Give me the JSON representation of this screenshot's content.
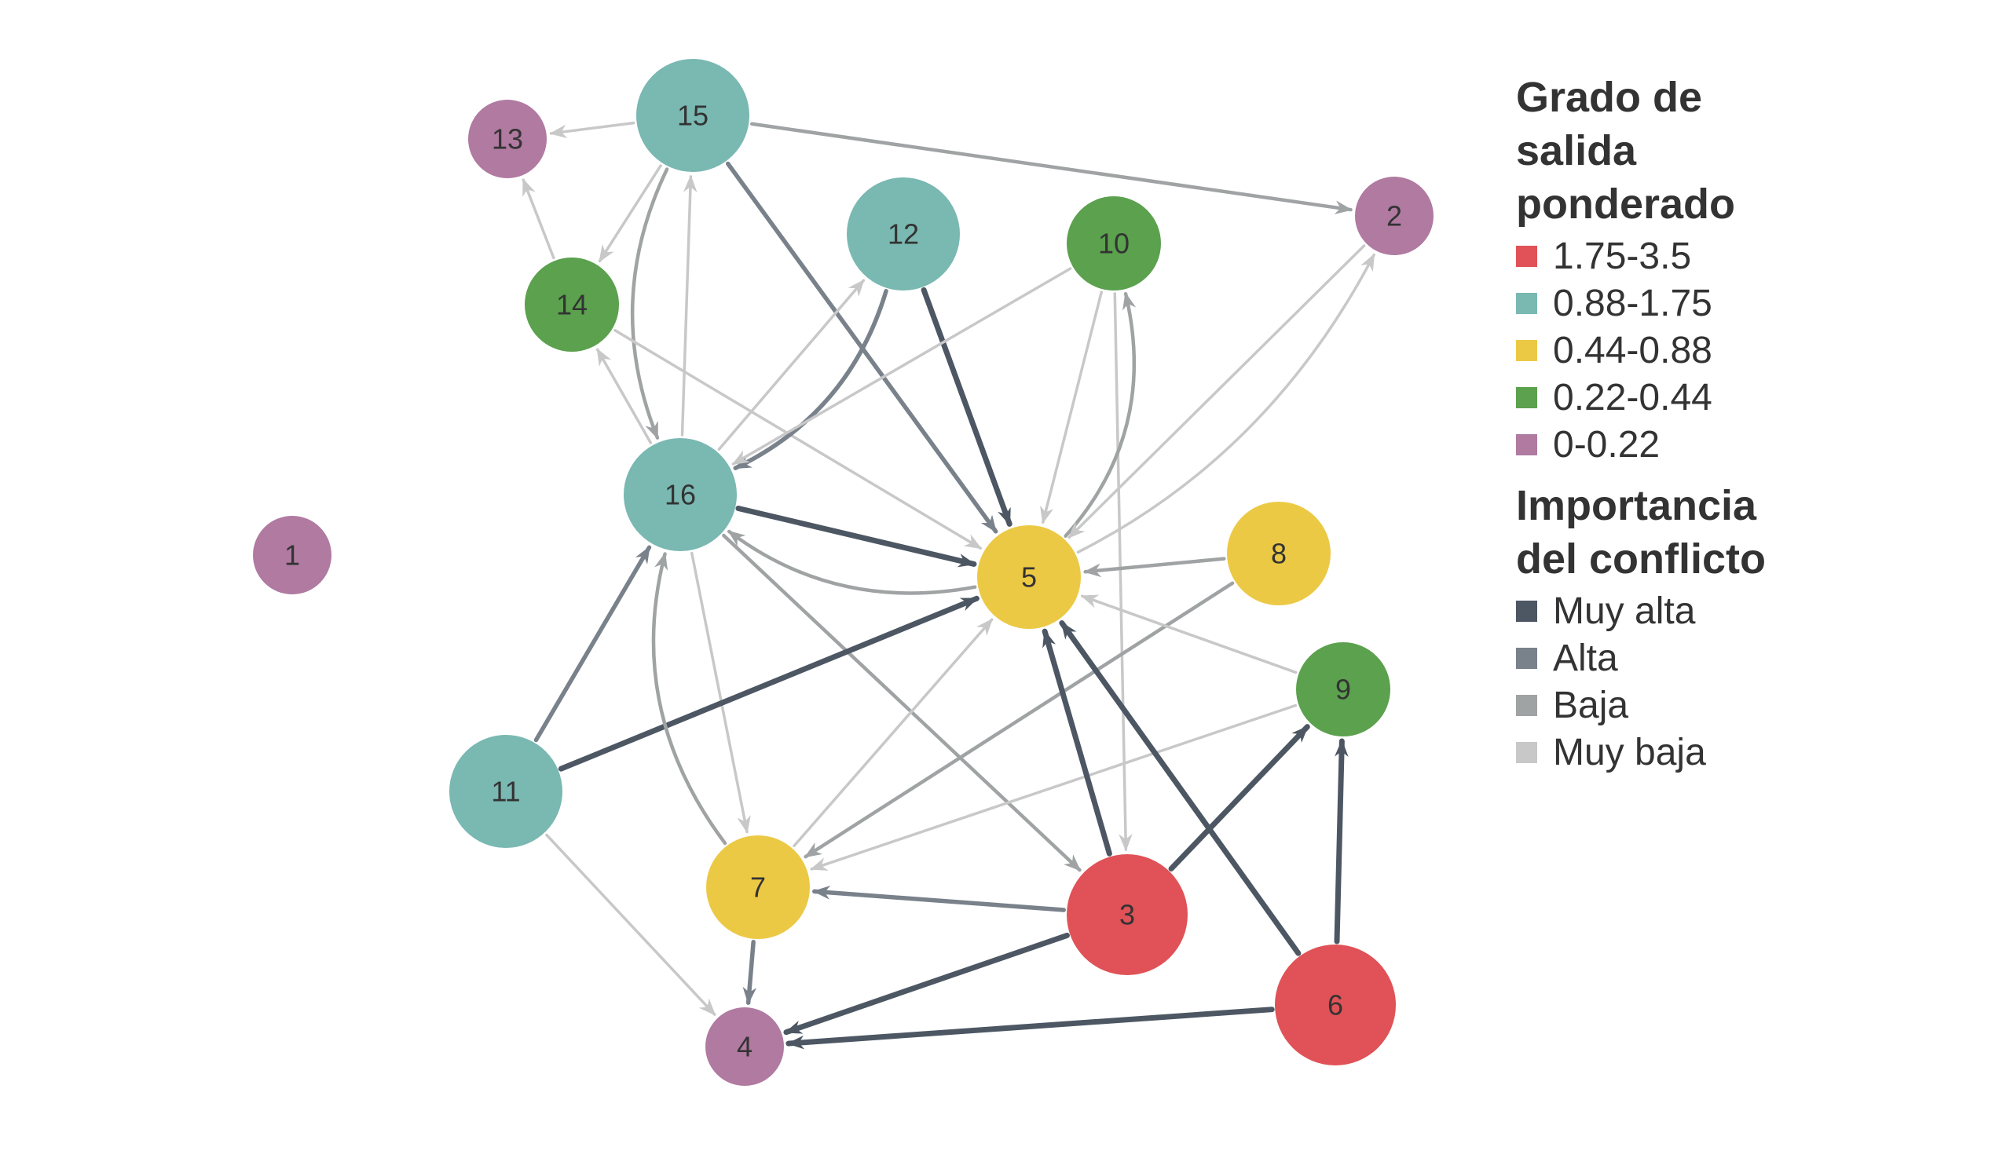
{
  "legend": {
    "color_title": "Grado de\nsalida\nponderado",
    "color_items": [
      {
        "label": "1.75-3.5",
        "color": "#E05257"
      },
      {
        "label": "0.88-1.75",
        "color": "#7AB8B2"
      },
      {
        "label": "0.44-0.88",
        "color": "#ECC945"
      },
      {
        "label": "0.22-0.44",
        "color": "#5BA14E"
      },
      {
        "label": "0-0.22",
        "color": "#B07AA1"
      }
    ],
    "edge_title": "Importancia\ndel conflicto",
    "edge_items": [
      {
        "label": "Muy alta",
        "color": "#4D5763"
      },
      {
        "label": "Alta",
        "color": "#79818B"
      },
      {
        "label": "Baja",
        "color": "#A0A3A4"
      },
      {
        "label": "Muy baja",
        "color": "#C8C8C8"
      }
    ]
  },
  "chart_data": {
    "type": "network",
    "nodes": [
      {
        "id": "1",
        "group": "0-0.22"
      },
      {
        "id": "2",
        "group": "0-0.22"
      },
      {
        "id": "3",
        "group": "1.75-3.5"
      },
      {
        "id": "4",
        "group": "0-0.22"
      },
      {
        "id": "5",
        "group": "0.44-0.88"
      },
      {
        "id": "6",
        "group": "1.75-3.5"
      },
      {
        "id": "7",
        "group": "0.44-0.88"
      },
      {
        "id": "8",
        "group": "0.44-0.88"
      },
      {
        "id": "9",
        "group": "0.22-0.44"
      },
      {
        "id": "10",
        "group": "0.22-0.44"
      },
      {
        "id": "11",
        "group": "0.88-1.75"
      },
      {
        "id": "12",
        "group": "0.88-1.75"
      },
      {
        "id": "13",
        "group": "0-0.22"
      },
      {
        "id": "14",
        "group": "0.22-0.44"
      },
      {
        "id": "15",
        "group": "0.88-1.75"
      },
      {
        "id": "16",
        "group": "0.88-1.75"
      }
    ],
    "edges": [
      {
        "from": "15",
        "to": "13",
        "importance": "Muy baja"
      },
      {
        "from": "15",
        "to": "2",
        "importance": "Baja"
      },
      {
        "from": "15",
        "to": "14",
        "importance": "Muy baja"
      },
      {
        "from": "15",
        "to": "16",
        "importance": "Baja"
      },
      {
        "from": "15",
        "to": "5",
        "importance": "Alta"
      },
      {
        "from": "14",
        "to": "13",
        "importance": "Muy baja"
      },
      {
        "from": "14",
        "to": "5",
        "importance": "Muy baja"
      },
      {
        "from": "16",
        "to": "14",
        "importance": "Muy baja"
      },
      {
        "from": "16",
        "to": "15",
        "importance": "Muy baja"
      },
      {
        "from": "16",
        "to": "12",
        "importance": "Muy baja"
      },
      {
        "from": "16",
        "to": "5",
        "importance": "Muy alta"
      },
      {
        "from": "16",
        "to": "7",
        "importance": "Muy baja"
      },
      {
        "from": "16",
        "to": "3",
        "importance": "Baja"
      },
      {
        "from": "12",
        "to": "16",
        "importance": "Alta"
      },
      {
        "from": "12",
        "to": "5",
        "importance": "Muy alta"
      },
      {
        "from": "10",
        "to": "16",
        "importance": "Muy baja"
      },
      {
        "from": "10",
        "to": "5",
        "importance": "Muy baja"
      },
      {
        "from": "10",
        "to": "3",
        "importance": "Muy baja"
      },
      {
        "from": "5",
        "to": "10",
        "importance": "Baja"
      },
      {
        "from": "5",
        "to": "2",
        "importance": "Muy baja"
      },
      {
        "from": "5",
        "to": "16",
        "importance": "Baja"
      },
      {
        "from": "2",
        "to": "5",
        "importance": "Muy baja"
      },
      {
        "from": "8",
        "to": "5",
        "importance": "Baja"
      },
      {
        "from": "8",
        "to": "7",
        "importance": "Baja"
      },
      {
        "from": "9",
        "to": "5",
        "importance": "Muy baja"
      },
      {
        "from": "9",
        "to": "7",
        "importance": "Muy baja"
      },
      {
        "from": "11",
        "to": "16",
        "importance": "Alta"
      },
      {
        "from": "11",
        "to": "5",
        "importance": "Muy alta"
      },
      {
        "from": "11",
        "to": "4",
        "importance": "Muy baja"
      },
      {
        "from": "7",
        "to": "5",
        "importance": "Muy baja"
      },
      {
        "from": "7",
        "to": "16",
        "importance": "Baja"
      },
      {
        "from": "7",
        "to": "4",
        "importance": "Alta"
      },
      {
        "from": "3",
        "to": "5",
        "importance": "Muy alta"
      },
      {
        "from": "3",
        "to": "9",
        "importance": "Muy alta"
      },
      {
        "from": "3",
        "to": "7",
        "importance": "Alta"
      },
      {
        "from": "3",
        "to": "4",
        "importance": "Muy alta"
      },
      {
        "from": "6",
        "to": "5",
        "importance": "Muy alta"
      },
      {
        "from": "6",
        "to": "9",
        "importance": "Muy alta"
      },
      {
        "from": "6",
        "to": "4",
        "importance": "Muy alta"
      }
    ]
  }
}
